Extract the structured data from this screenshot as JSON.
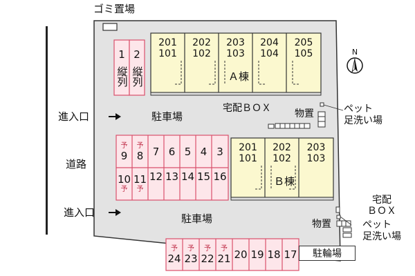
{
  "labels": {
    "garbage": "ゴミ置場",
    "entrance_top": "進入口",
    "entrance_bottom": "進入口",
    "road": "道路",
    "parking_top": "駐車場",
    "parking_bottom": "駐車場",
    "bicycle": "駐輪場",
    "north": "N",
    "delivery_box_a": "宅配ＢＯＸ",
    "storage_a": "物置",
    "pet_wash_a": "ペット\n足洗い場",
    "delivery_box_b": "宅配\nＢＯＸ",
    "storage_b": "物置",
    "pet_wash_b": "ペット\n足洗い場"
  },
  "buildings": [
    {
      "name": "Ａ棟",
      "units": [
        [
          "201",
          "101"
        ],
        [
          "202",
          "102"
        ],
        [
          "203",
          "103"
        ],
        [
          "204",
          "104"
        ],
        [
          "205",
          "105"
        ]
      ]
    },
    {
      "name": "Ｂ棟",
      "units": [
        [
          "201",
          "101"
        ],
        [
          "202",
          "102"
        ],
        [
          "203",
          "103"
        ]
      ]
    }
  ],
  "parking": {
    "vertical_pair": [
      {
        "number": "1",
        "label": "縦列"
      },
      {
        "number": "2",
        "label": "縦列"
      }
    ],
    "row_top": [
      {
        "number": "9",
        "reserved": "予"
      },
      {
        "number": "8",
        "reserved": "予"
      },
      {
        "number": "7",
        "reserved": ""
      },
      {
        "number": "6",
        "reserved": ""
      },
      {
        "number": "5",
        "reserved": ""
      },
      {
        "number": "4",
        "reserved": ""
      },
      {
        "number": "3",
        "reserved": ""
      }
    ],
    "row_middle": [
      {
        "number": "10",
        "reserved": "予"
      },
      {
        "number": "11",
        "reserved": "予"
      },
      {
        "number": "12",
        "reserved": ""
      },
      {
        "number": "13",
        "reserved": ""
      },
      {
        "number": "14",
        "reserved": ""
      },
      {
        "number": "15",
        "reserved": ""
      },
      {
        "number": "16",
        "reserved": ""
      }
    ],
    "row_bottom": [
      {
        "number": "24",
        "reserved": "予"
      },
      {
        "number": "23",
        "reserved": "予"
      },
      {
        "number": "22",
        "reserved": "予"
      },
      {
        "number": "21",
        "reserved": "予"
      },
      {
        "number": "20",
        "reserved": ""
      },
      {
        "number": "19",
        "reserved": ""
      },
      {
        "number": "18",
        "reserved": ""
      },
      {
        "number": "17",
        "reserved": ""
      }
    ]
  },
  "colors": {
    "lot_fill": "#e3e3e3",
    "building_fill": "#fbf8cf",
    "parking_fill": "#fde6ea",
    "parking_line": "#d9506c",
    "reserved_text": "#c0304a",
    "outline": "#333333"
  }
}
